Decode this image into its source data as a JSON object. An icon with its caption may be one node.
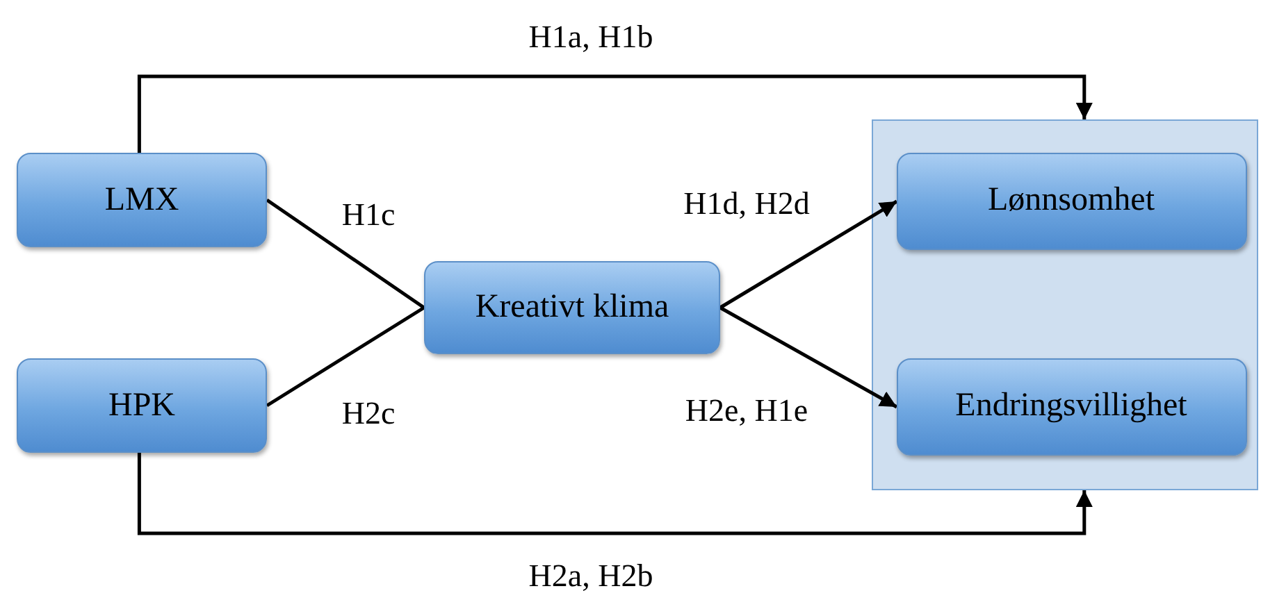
{
  "diagram": {
    "nodes": [
      {
        "text": [
          "LMX"
        ]
      },
      {
        "text": [
          "HPK"
        ]
      },
      {
        "text": [
          "Kreativt klima"
        ]
      },
      {
        "text": [],
        "shape": "box"
      },
      {
        "text": [
          "Lønnsomhet"
        ],
        "in": 3
      },
      {
        "text": [
          "Endringsvillighet"
        ],
        "in": 3
      }
    ],
    "edges": [
      {
        "from": 0,
        "to": 3,
        "arrow": "to",
        "label": "H1a, H1b"
      },
      {
        "from": 0,
        "to": 2,
        "arrow": "none",
        "label": "H1c"
      },
      {
        "from": 1,
        "to": 2,
        "arrow": "none",
        "label": "H2c"
      },
      {
        "from": 2,
        "to": 4,
        "arrow": "to",
        "label": "H1d, H2d"
      },
      {
        "from": 2,
        "to": 5,
        "arrow": "to",
        "label": "H2e, H1e"
      },
      {
        "from": 1,
        "to": 3,
        "arrow": "to",
        "label": "H2a, H2b"
      }
    ]
  }
}
